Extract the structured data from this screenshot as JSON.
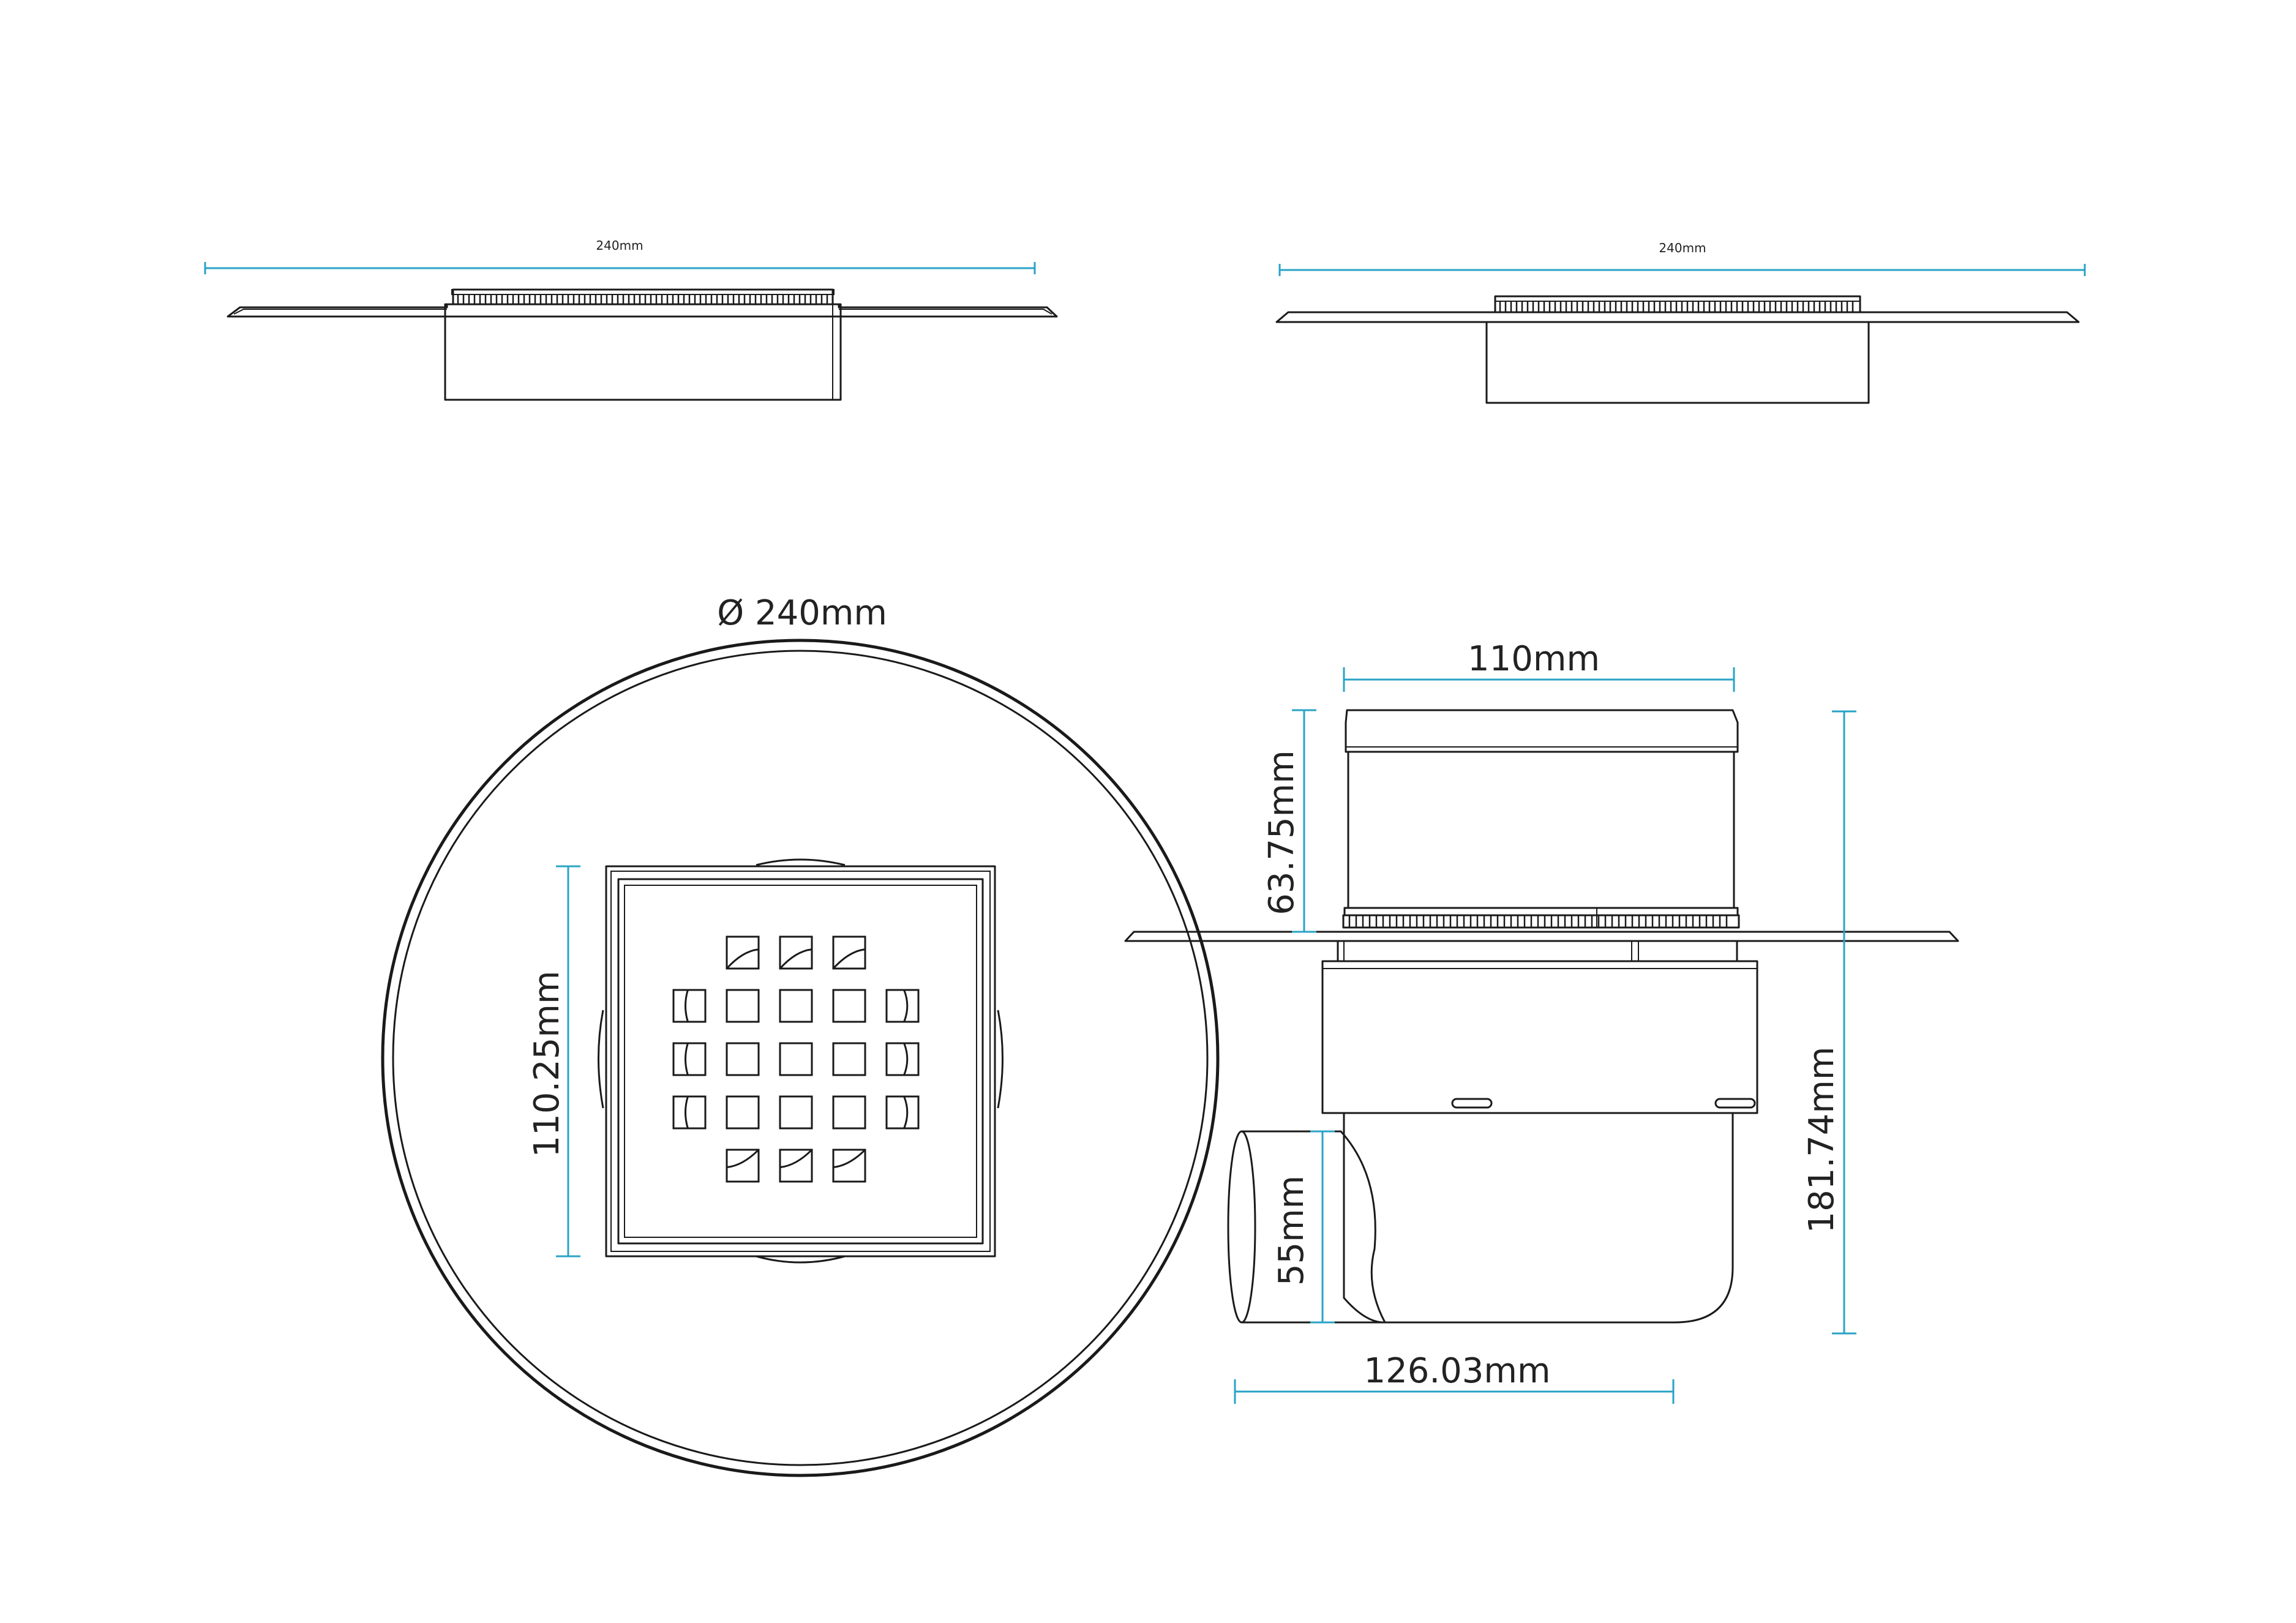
{
  "colors": {
    "dimension_line": "#29a3c6",
    "outline": "#1a1a1a",
    "background": "#ffffff"
  },
  "views": {
    "side_view_left": {
      "width_label": "240mm"
    },
    "side_view_right": {
      "width_label": "240mm"
    },
    "top_view": {
      "diameter_label": "Ø 240mm",
      "grate_label": "110.25mm"
    },
    "section_view": {
      "top_width_label": "110mm",
      "upper_height_label": "63.75mm",
      "total_height_label": "181.74mm",
      "outlet_diameter_label": "55mm",
      "outlet_length_label": "126.03mm"
    }
  }
}
